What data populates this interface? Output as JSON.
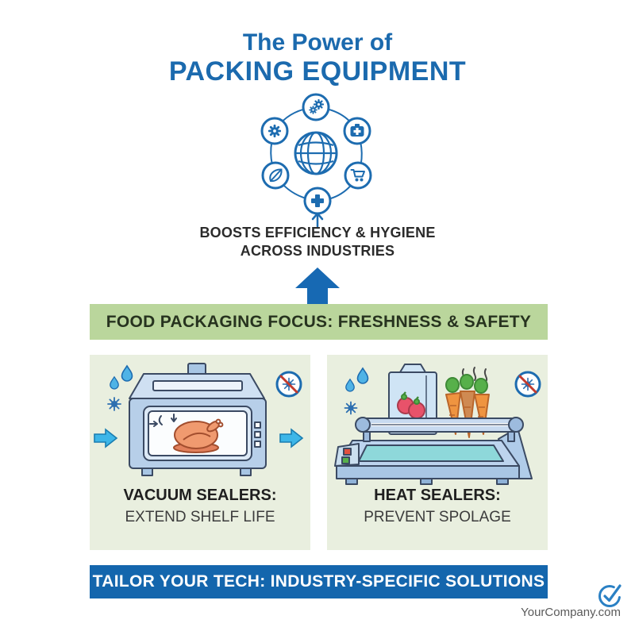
{
  "colors": {
    "brand_blue": "#1b6aae",
    "hub_blue": "#1d6cb0",
    "light_blue_arrow": "#3db6e8",
    "focus_banner_green": "#bad69c",
    "panel_green": "#e9efdf",
    "solutions_banner_blue": "#1466ad",
    "text_dark": "#2b2b2b",
    "no_symbol_red": "#c23b2e"
  },
  "title": {
    "line1": "The Power of",
    "line2": "PACKING EQUIPMENT"
  },
  "hub": {
    "center_icon": "globe-icon",
    "orbit_icons": [
      "double-gears-icon",
      "gear-icon",
      "first-aid-kit-icon",
      "leaf-icon",
      "shopping-cart-icon",
      "medical-cross-icon"
    ]
  },
  "benefit": {
    "line1": "BOOSTS EFFICIENCY & HYGIENE",
    "line2": "ACROSS INDUSTRIES"
  },
  "focus_banner": {
    "label": "FOOD PACKAGING FOCUS: FRESHNESS & SAFETY"
  },
  "panels": [
    {
      "id": "vacuum-sealers",
      "illustration": "vacuum-chamber-sealer-with-turkey",
      "title": "VACUUM SEALERS:",
      "subtitle": "EXTEND SHELF LIFE"
    },
    {
      "id": "heat-sealers",
      "illustration": "heat-sealer-machine-with-produce",
      "title": "HEAT SEALERS:",
      "subtitle": "PREVENT SPOLAGE"
    }
  ],
  "solutions_banner": {
    "label": "TAILOR YOUR TECH: INDUSTRY-SPECIFIC SOLUTIONS"
  },
  "footer": {
    "company": "YourCompany.com",
    "icon": "check-circle-icon"
  }
}
